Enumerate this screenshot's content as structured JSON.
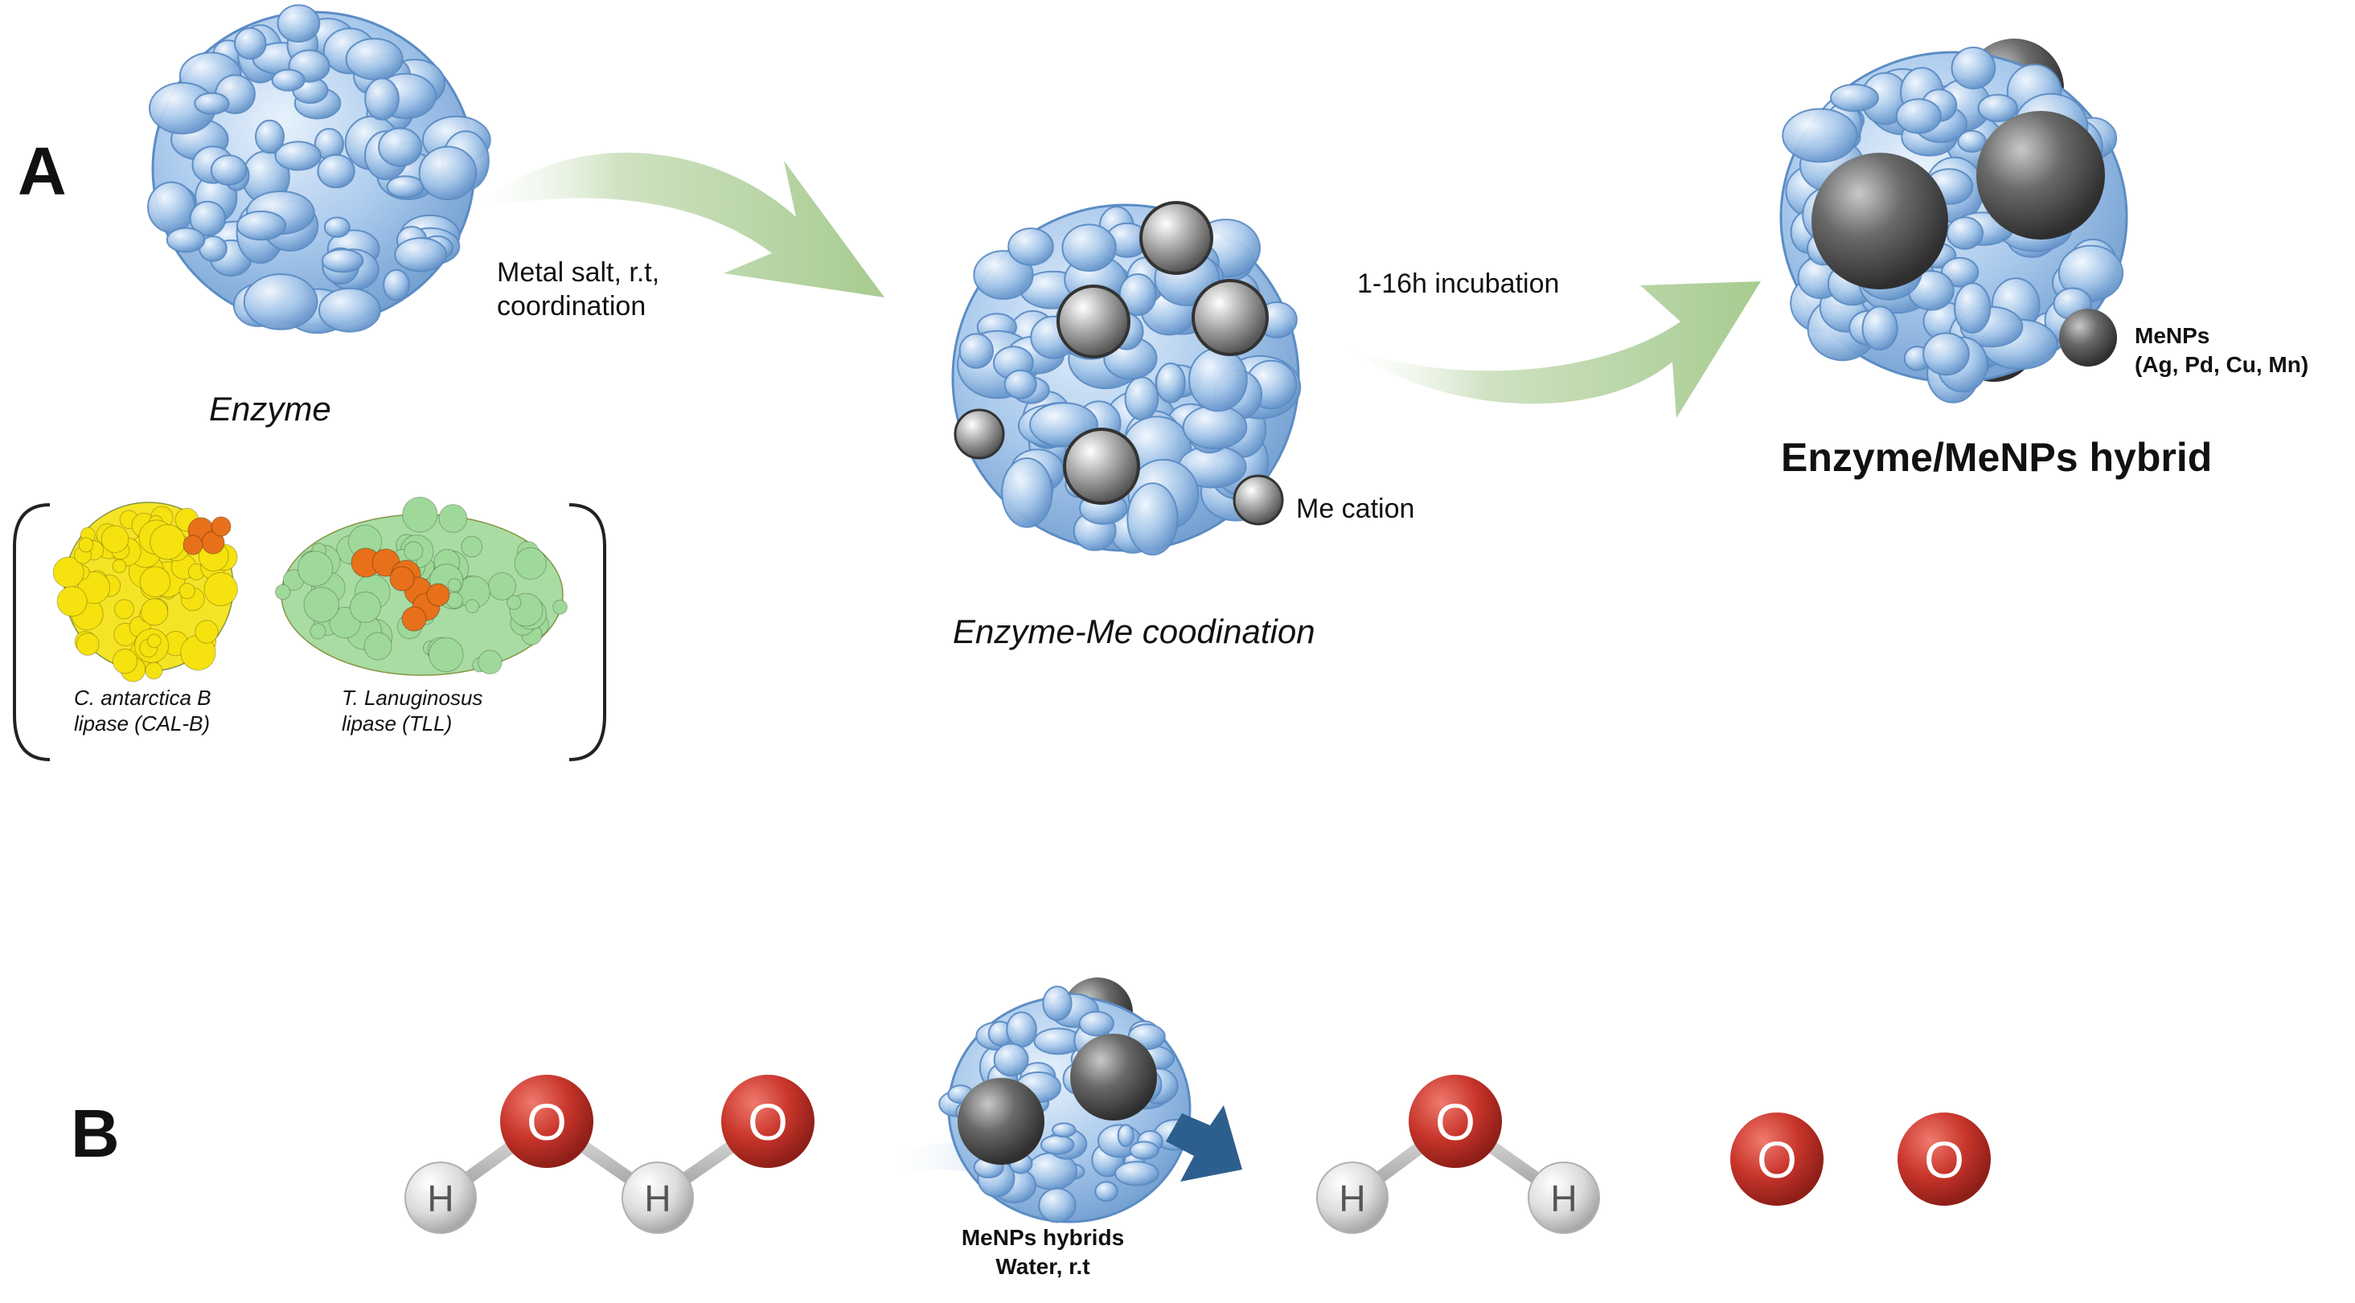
{
  "panel_a": {
    "label": "A",
    "enzyme_caption": "Enzyme",
    "step1_label": [
      "Metal salt, r.t,",
      "coordination"
    ],
    "coordination_caption": "Enzyme-Me coodination",
    "me_cation_label": "Me cation",
    "step2_label": "1-16h incubation",
    "menps_label": [
      "MeNPs",
      "(Ag, Pd, Cu, Mn)"
    ],
    "hybrid_caption": "Enzyme/MeNPs hybrid",
    "lipases": [
      {
        "name_lines": [
          "C. antarctica B",
          "lipase (CAL-B)"
        ],
        "color": "#f5e20f",
        "site_color": "#e8701a"
      },
      {
        "name_lines": [
          "T. Lanuginosus",
          "lipase (TLL)"
        ],
        "color": "#9fd99a",
        "site_color": "#e8701a"
      }
    ]
  },
  "panel_b": {
    "label": "B",
    "catalyst_label": [
      "MeNPs hybrids",
      "Water, r.t"
    ],
    "atom_O": "O",
    "atom_H": "H"
  },
  "colors": {
    "enzyme_blue": "#8fb8e3",
    "arrow_green": "#b5d3a2",
    "nanoparticle_gray": "#5a5a5a",
    "oxygen_red": "#c8352b",
    "hydrogen_gray": "#dcdcdc",
    "reaction_arrow_blue": "#2d5f8e"
  }
}
